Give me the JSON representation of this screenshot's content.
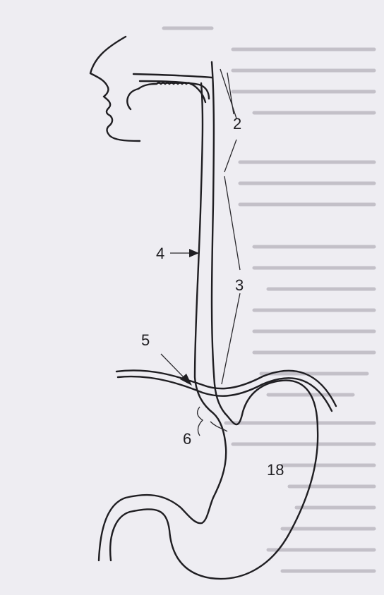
{
  "diagram": {
    "subject": "digestive-tract-schematic",
    "labels": {
      "label_2": "2",
      "label_3": "3",
      "label_4": "4",
      "label_5": "5",
      "label_6": "6",
      "label_18": "18"
    }
  },
  "colors": {
    "paper": "#eeedf2",
    "ink": "#1f1e22",
    "bleed_through": "#c3c0c8"
  }
}
